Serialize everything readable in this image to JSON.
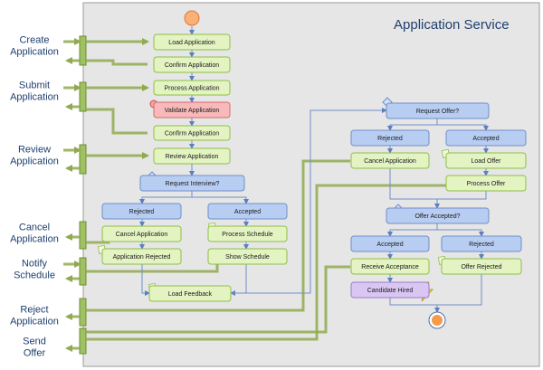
{
  "title": "Application Service",
  "left_labels": [
    {
      "id": "create",
      "lines": [
        "Create",
        "Application"
      ]
    },
    {
      "id": "submit",
      "lines": [
        "Submit",
        "Application"
      ]
    },
    {
      "id": "review",
      "lines": [
        "Review",
        "Application"
      ]
    },
    {
      "id": "cancel",
      "lines": [
        "Cancel",
        "Application"
      ]
    },
    {
      "id": "notify",
      "lines": [
        "Notify",
        "Schedule"
      ]
    },
    {
      "id": "reject",
      "lines": [
        "Reject",
        "Application"
      ]
    },
    {
      "id": "send",
      "lines": [
        "Send",
        "Offer"
      ]
    }
  ],
  "nodes": {
    "load_application": "Load Application",
    "confirm_application_1": "Confirm Application",
    "process_application": "Process Application",
    "validate_application": "Validate Application",
    "confirm_application_2": "Confirm Application",
    "review_application": "Review Application",
    "request_interview": "Request Interview?",
    "rejected_1": "Rejected",
    "accepted_1": "Accepted",
    "cancel_application_1": "Cancel Application",
    "process_schedule": "Process Schedule",
    "application_rejected": "Application Rejected",
    "show_schedule": "Show Schedule",
    "load_feedback": "Load Feedback",
    "request_offer": "Request Offer?",
    "rejected_2": "Rejected",
    "accepted_2": "Accepted",
    "cancel_application_2": "Cancel Application",
    "load_offer": "Load Offer",
    "process_offer": "Process Offer",
    "offer_accepted": "Offer Accepted?",
    "accepted_3": "Accepted",
    "rejected_3": "Rejected",
    "receive_acceptance": "Receive Acceptance",
    "offer_rejected": "Offer Rejected",
    "candidate_hired": "Candidate Hired"
  },
  "colors": {
    "panel": "#e6e6e6",
    "green_node": "#e3f3c2",
    "green_border": "#8fbf48",
    "blue_node": "#b8cdf2",
    "blue_border": "#6f8fc8",
    "red_node": "#f7b9b9",
    "red_border": "#d86a6a",
    "purple_node": "#d9c6f2",
    "purple_border": "#9a7cc8",
    "flow_line": "#6f8fc8",
    "big_arrow": "#8faa50",
    "start_end": "#f59a4a",
    "title_text": "#1f3f6e"
  }
}
